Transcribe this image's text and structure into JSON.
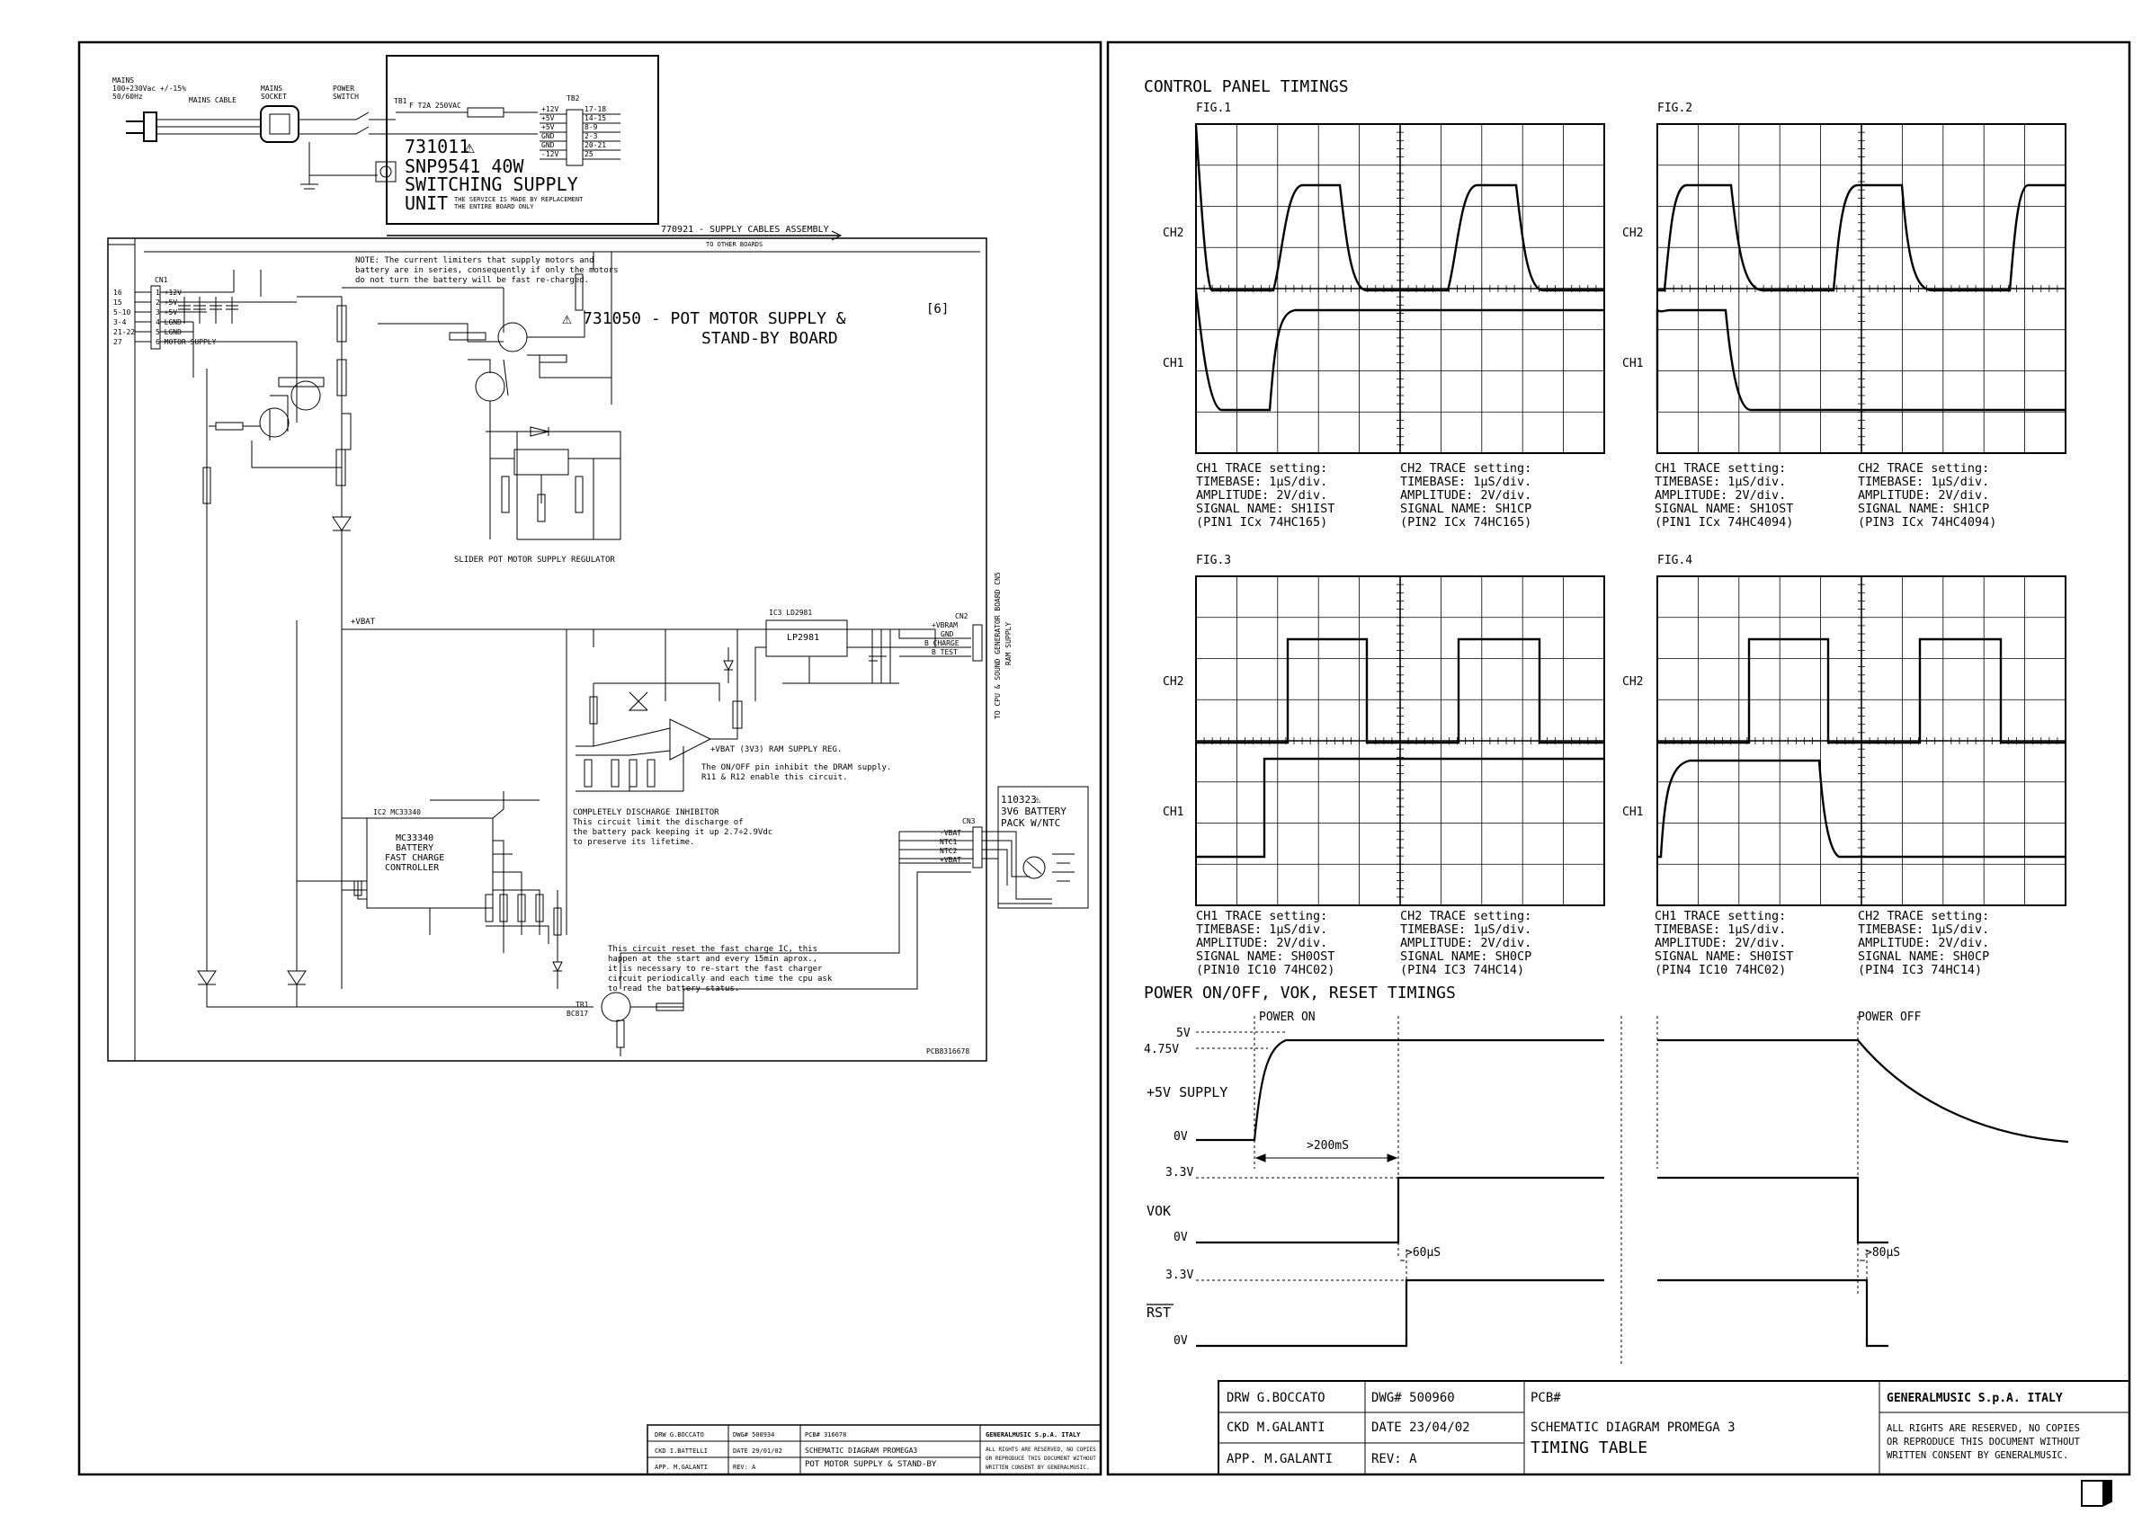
{
  "left": {
    "psu": {
      "mains_in": "MAINS",
      "mains_range": "100÷230Vac +/-15%",
      "mains_freq": "50/60Hz",
      "mains_cable": "MAINS CABLE",
      "mains_socket": "MAINS",
      "mains_socket2": "SOCKET",
      "power_switch": "POWER",
      "power_switch2": "SWITCH",
      "tb1": "TB1",
      "fuse": "F T2A 250VAC",
      "code": "731011",
      "model": "SNP9541 40W",
      "type1": "SWITCHING SUPPLY",
      "type2": "UNIT",
      "service1": "THE SERVICE IS MADE BY REPLACEMENT",
      "service2": "THE ENTIRE BOARD ONLY",
      "tb2": "TB2",
      "outputs": [
        {
          "net": "+12V",
          "pins": "17-18"
        },
        {
          "net": "+5V",
          "pins": "14-15"
        },
        {
          "net": "+5V",
          "pins": "8-9"
        },
        {
          "net": "GND",
          "pins": "2-3"
        },
        {
          "net": "GND",
          "pins": "20-21"
        },
        {
          "net": "-12V",
          "pins": "25"
        }
      ],
      "cables": "770921 - SUPPLY CABLES ASSEMBLY",
      "to_other": "TO OTHER BOARDS"
    },
    "board": {
      "note1": "NOTE: The current limiters that supply motors and",
      "note2": "battery are in series, consequently if only the motors",
      "note3": "do not turn the battery will be fast re-charged.",
      "title1": "731050 - POT MOTOR SUPPLY &",
      "title_ref": "[6]",
      "title2": "STAND-BY BOARD",
      "cn1": "CN1",
      "cn1_pins": [
        {
          "no": "16",
          "label": "1 +12V"
        },
        {
          "no": "15",
          "label": "2 +5V"
        },
        {
          "no": "5-10",
          "label": "3 +5V"
        },
        {
          "no": "3-4",
          "label": "4 LGND"
        },
        {
          "no": "21-22",
          "label": "5 LGND"
        },
        {
          "no": "27",
          "label": "6 MOTOR SUPPLY"
        }
      ],
      "slider_reg": "SLIDER POT MOTOR SUPPLY REGULATOR",
      "vbat": "+VBAT",
      "ic3": "IC3 LD2981",
      "lp2981": "LP2981",
      "ram_reg": "+VBAT (3V3) RAM SUPPLY REG.",
      "ram_note1": "The ON/OFF pin inhibit the DRAM supply.",
      "ram_note2": "R11 & R12 enable this circuit.",
      "discharge1": "COMPLETELY DISCHARGE INHIBITOR",
      "discharge2": "This circuit limit the discharge of",
      "discharge3": "the battery pack keeping it up 2.7÷2.9Vdc",
      "discharge4": "to preserve its lifetime.",
      "ic2": "IC2 MC33340",
      "chg1": "MC33340",
      "chg2": "BATTERY",
      "chg3": "FAST CHARGE",
      "chg4": "CONTROLLER",
      "batt_code": "110323",
      "batt1": "3V6 BATTERY",
      "batt2": "PACK W/NTC",
      "cn3": "CN3",
      "cn3_pins": [
        "-VBAT",
        "NTC1",
        "NTC2",
        "+VBAT"
      ],
      "cn2": "CN2",
      "cn2_pins": [
        "+VBRAM",
        "GND",
        "B_CHARGE",
        "B_TEST"
      ],
      "cn2_dest": "TO CPU & SOUND GENERATOR BOARD CN5",
      "ram_supply": "RAM SUPPLY",
      "reset1": "This circuit reset the fast charge IC, this",
      "reset2": "happen at the start and every 15min aprox.,",
      "reset3": "it is necessary to re-start the fast charger",
      "reset4": "circuit periodically and each time the cpu ask",
      "reset5": "to read the battery status.",
      "tr1": "TR1",
      "tr1_type": "BC817",
      "pcb_id": "PCB8316678"
    },
    "title_block": {
      "drw": "DRW G.BOCCATO",
      "dwg": "DWG# 500934",
      "pcb": "PCB# 316678",
      "ckd": "CKD I.BATTELLI",
      "date": "DATE 29/01/02",
      "desc1": "SCHEMATIC DIAGRAM PROMEGA3",
      "desc2": "POT MOTOR SUPPLY & STAND-BY",
      "app": "APP. M.GALANTI",
      "rev": "REV: A",
      "company": "GENERALMUSIC S.p.A. ITALY",
      "rights1": "ALL RIGHTS ARE RESERVED, NO COPIES",
      "rights2": "OR REPRODUCE THIS DOCUMENT WITHOUT",
      "rights3": "WRITTEN CONSENT BY GENERALMUSIC."
    }
  },
  "right": {
    "ctrl_title": "CONTROL PANEL TIMINGS",
    "ch2": "CH2",
    "ch1": "CH1",
    "figs": [
      {
        "label": "FIG.1",
        "ch1": [
          "CH1 TRACE setting:",
          "TIMEBASE:     1µS/div.",
          "AMPLITUDE:    2V/div.",
          "SIGNAL NAME: SH1IST",
          "(PIN1 ICx 74HC165)"
        ],
        "ch2": [
          "CH2 TRACE setting:",
          "TIMEBASE:     1µS/div.",
          "AMPLITUDE:    2V/div.",
          "SIGNAL NAME: SH1CP",
          "(PIN2 ICx 74HC165)"
        ]
      },
      {
        "label": "FIG.2",
        "ch1": [
          "CH1 TRACE setting:",
          "TIMEBASE:     1µS/div.",
          "AMPLITUDE:    2V/div.",
          "SIGNAL NAME: SH1OST",
          "(PIN1 ICx 74HC4094)"
        ],
        "ch2": [
          "CH2 TRACE setting:",
          "TIMEBASE:     1µS/div.",
          "AMPLITUDE:    2V/div.",
          "SIGNAL NAME: SH1CP",
          "(PIN3 ICx 74HC4094)"
        ]
      },
      {
        "label": "FIG.3",
        "ch1": [
          "CH1 TRACE setting:",
          "TIMEBASE:     1µS/div.",
          "AMPLITUDE:    2V/div.",
          "SIGNAL NAME: SH0OST",
          "(PIN10 IC10 74HC02)"
        ],
        "ch2": [
          "CH2 TRACE setting:",
          "TIMEBASE:     1µS/div.",
          "AMPLITUDE:    2V/div.",
          "SIGNAL NAME: SH0CP",
          "(PIN4 IC3 74HC14)"
        ]
      },
      {
        "label": "FIG.4",
        "ch1": [
          "CH1 TRACE setting:",
          "TIMEBASE:     1µS/div.",
          "AMPLITUDE:    2V/div.",
          "SIGNAL NAME: SH0IST",
          "(PIN4 IC10 74HC02)"
        ],
        "ch2": [
          "CH2 TRACE setting:",
          "TIMEBASE:     1µS/div.",
          "AMPLITUDE:    2V/div.",
          "SIGNAL NAME: SH0CP",
          "(PIN4 IC3 74HC14)"
        ]
      }
    ],
    "power_title": "POWER ON/OFF, VOK, RESET TIMINGS",
    "power_on": "POWER ON",
    "power_off": "POWER OFF",
    "v5": "5V",
    "v475": "4.75V",
    "supply": "+5V SUPPLY",
    "v0a": "0V",
    "t200": ">200mS",
    "v33a": "3.3V",
    "vok": "VOK",
    "v0b": "0V",
    "t60": ">60µS",
    "t80": ">80µS",
    "v33b": "3.3V",
    "rst": "RST",
    "v0c": "0V",
    "title_block": {
      "drw": "DRW G.BOCCATO",
      "dwg": "DWG# 500960",
      "pcb": "PCB#",
      "ckd": "CKD M.GALANTI",
      "date": "DATE 23/04/02",
      "desc1": "SCHEMATIC DIAGRAM PROMEGA 3",
      "desc2": "TIMING TABLE",
      "app": "APP. M.GALANTI",
      "rev": "REV: A",
      "company": "GENERALMUSIC S.p.A. ITALY",
      "rights1": "ALL RIGHTS ARE RESERVED, NO COPIES",
      "rights2": "OR REPRODUCE THIS DOCUMENT WITHOUT",
      "rights3": "WRITTEN CONSENT BY GENERALMUSIC."
    }
  }
}
